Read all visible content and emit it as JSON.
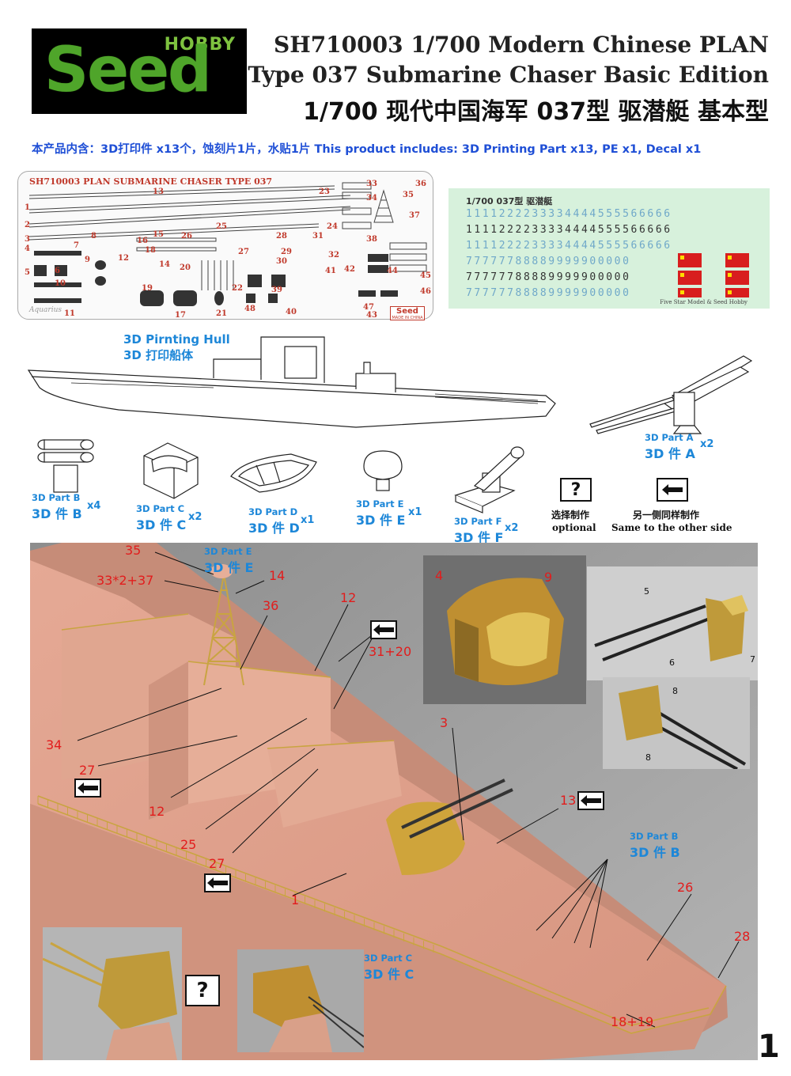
{
  "header": {
    "logo": {
      "hobby": "HOBBY",
      "brand": "Seed"
    },
    "title_line1": "SH710003 1/700 Modern Chinese PLAN",
    "title_line2": "Type 037 Submarine Chaser Basic Edition",
    "title_cn": "1/700 现代中国海军 037型 驱潜艇 基本型",
    "includes": "本产品内含：3D打印件 x13个，蚀刻片1片，水贴1片 This product includes: 3D Printing Part x13, PE x1, Decal x1"
  },
  "pe_fret": {
    "title": "SH710003 PLAN SUBMARINE CHASER TYPE 037",
    "signature": "Aquarius",
    "brand": "Seed",
    "brand_sub": "MADE IN CHINA",
    "part_numbers": [
      "1",
      "2",
      "3",
      "4",
      "5",
      "6",
      "7",
      "8",
      "9",
      "10",
      "11",
      "12",
      "13",
      "14",
      "15",
      "16",
      "17",
      "18",
      "19",
      "20",
      "21",
      "22",
      "23",
      "24",
      "25",
      "26",
      "27",
      "28",
      "29",
      "30",
      "31",
      "32",
      "33",
      "34",
      "35",
      "36",
      "37",
      "38",
      "39",
      "40",
      "41",
      "42",
      "43",
      "44",
      "45",
      "46",
      "47",
      "48"
    ]
  },
  "decal": {
    "title": "1/700 037型 驱潜艇",
    "rows": [
      "1111222233334444555566666",
      "1111222233334444555566666",
      "1111222233334444555566666",
      "77777788889999900000",
      "77777788889999900000",
      "77777788889999900000"
    ],
    "footer": "Five Star Model & Seed Hobby"
  },
  "parts": {
    "hull": {
      "en": "3D Pirnting Hull",
      "cn": "3D 打印船体"
    },
    "a": {
      "en": "3D Part A",
      "cn": "3D 件 A",
      "qty": "x2"
    },
    "b": {
      "en": "3D Part B",
      "cn": "3D 件 B",
      "qty": "x4"
    },
    "c": {
      "en": "3D Part C",
      "cn": "3D 件 C",
      "qty": "x2"
    },
    "d": {
      "en": "3D Part D",
      "cn": "3D 件 D",
      "qty": "x1"
    },
    "e": {
      "en": "3D Part E",
      "cn": "3D 件 E",
      "qty": "x1"
    },
    "f": {
      "en": "3D Part F",
      "cn": "3D 件 F",
      "qty": "x2"
    }
  },
  "legend": {
    "optional_symbol": "?",
    "optional_cn": "选择制作",
    "optional_en": "optional",
    "same_cn": "另一侧同样制作",
    "same_en": "Same to the other side"
  },
  "photo": {
    "callouts": {
      "c35": "35",
      "c33": "33*2+37",
      "c14": "14",
      "c36": "36",
      "c12a": "12",
      "c3120": "31+20",
      "c34": "34",
      "c27a": "27",
      "c12b": "12",
      "c3": "3",
      "c25": "25",
      "c27b": "27",
      "c13": "13",
      "c1": "1",
      "c26": "26",
      "c28": "28",
      "c1819": "18+19",
      "i4": "4",
      "i9": "9",
      "i5": "5",
      "i6": "6",
      "i7": "7",
      "i8a": "8",
      "i8b": "8"
    },
    "part_e_en": "3D Part E",
    "part_e_cn": "3D 件 E",
    "part_b_en": "3D Part B",
    "part_b_cn": "3D 件 B",
    "part_c_en": "3D Part C",
    "part_c_cn": "3D 件 C",
    "optional_symbol": "?"
  },
  "page_number": "1",
  "colors": {
    "label_blue": "#1d87d8",
    "callout_red": "#e21c1c",
    "decal_bg": "#d7f1dc",
    "hull_resin": "#d9a089",
    "brass": "#c9a441"
  }
}
